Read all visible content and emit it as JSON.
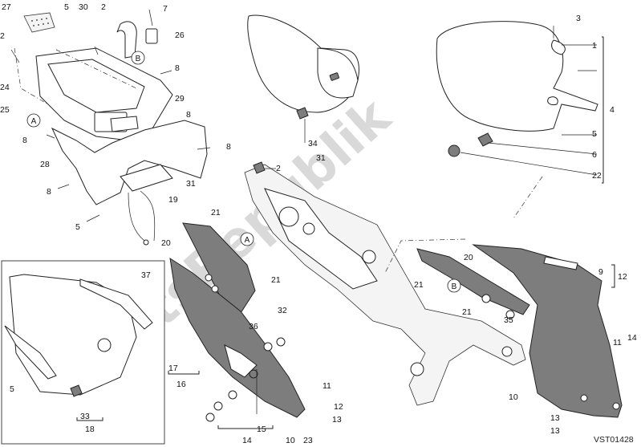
{
  "diagram": {
    "drawing_code": "VST01428",
    "watermark_text": "PartsRepublik",
    "reference_markers": [
      "A",
      "B"
    ],
    "callouts": [
      {
        "id": "c27",
        "label": "27"
      },
      {
        "id": "c5a",
        "label": "5"
      },
      {
        "id": "c30",
        "label": "30"
      },
      {
        "id": "c2a",
        "label": "2"
      },
      {
        "id": "c7",
        "label": "7"
      },
      {
        "id": "c2b",
        "label": "2"
      },
      {
        "id": "c26",
        "label": "26"
      },
      {
        "id": "c8a",
        "label": "8"
      },
      {
        "id": "c24",
        "label": "24"
      },
      {
        "id": "c25",
        "label": "25"
      },
      {
        "id": "c29",
        "label": "29"
      },
      {
        "id": "c8b",
        "label": "8"
      },
      {
        "id": "c8c",
        "label": "8"
      },
      {
        "id": "c28",
        "label": "28"
      },
      {
        "id": "c8d",
        "label": "8"
      },
      {
        "id": "c31a",
        "label": "31"
      },
      {
        "id": "c19",
        "label": "19"
      },
      {
        "id": "c8e",
        "label": "8"
      },
      {
        "id": "c5b",
        "label": "5"
      },
      {
        "id": "c34",
        "label": "34"
      },
      {
        "id": "c31b",
        "label": "31"
      },
      {
        "id": "c2c",
        "label": "2"
      },
      {
        "id": "c3",
        "label": "3"
      },
      {
        "id": "c1",
        "label": "1"
      },
      {
        "id": "c4",
        "label": "4"
      },
      {
        "id": "c5c",
        "label": "5"
      },
      {
        "id": "c6",
        "label": "6"
      },
      {
        "id": "c22",
        "label": "22"
      },
      {
        "id": "c21a",
        "label": "21"
      },
      {
        "id": "c20a",
        "label": "20"
      },
      {
        "id": "c21b",
        "label": "21"
      },
      {
        "id": "c36",
        "label": "36"
      },
      {
        "id": "c37",
        "label": "37"
      },
      {
        "id": "c5d",
        "label": "5"
      },
      {
        "id": "c33",
        "label": "33"
      },
      {
        "id": "c18",
        "label": "18"
      },
      {
        "id": "c32",
        "label": "32"
      },
      {
        "id": "c17",
        "label": "17"
      },
      {
        "id": "c16",
        "label": "16"
      },
      {
        "id": "c15",
        "label": "15"
      },
      {
        "id": "c14a",
        "label": "14"
      },
      {
        "id": "c11a",
        "label": "11"
      },
      {
        "id": "c12a",
        "label": "12"
      },
      {
        "id": "c13a",
        "label": "13"
      },
      {
        "id": "c10a",
        "label": "10"
      },
      {
        "id": "c23",
        "label": "23"
      },
      {
        "id": "c21c",
        "label": "21"
      },
      {
        "id": "c20b",
        "label": "20"
      },
      {
        "id": "c21d",
        "label": "21"
      },
      {
        "id": "c35",
        "label": "35"
      },
      {
        "id": "c9",
        "label": "9"
      },
      {
        "id": "c12b",
        "label": "12"
      },
      {
        "id": "c11b",
        "label": "11"
      },
      {
        "id": "c14b",
        "label": "14"
      },
      {
        "id": "c10b",
        "label": "10"
      },
      {
        "id": "c13b",
        "label": "13"
      }
    ]
  }
}
